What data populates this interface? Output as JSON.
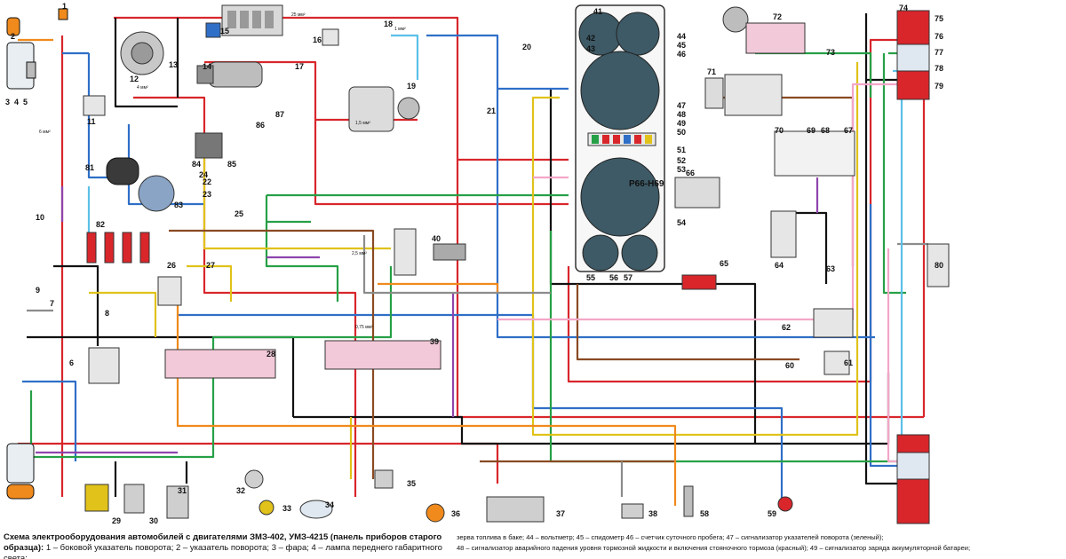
{
  "caption": {
    "title": "Схема электрооборудования автомобилей с двигателями ЗМЗ-402, УМЗ-4215 (панель приборов старого образца):",
    "left_items": "1 – боковой указатель поворота; 2 – указатель поворота; 3 – фара; 4 – лампа переднего габаритного света;",
    "right_line1": "зерва топлива в баке; 44 – вольтметр; 45 – спидометр 46 – счетчик суточного пробега; 47 – сигнализатор указателей поворота (зеленый);",
    "right_line2": "48 – сигнализатор аварийного падения уровня тормозной жидкости и включения стояночного тормоза (красный); 49 – сигнализатор заряда аккумуляторной батареи;"
  },
  "panel_label": "Р66-Н69",
  "wire_labels": [
    "25 мм²",
    "1 мм²",
    "1,5 мм²",
    "2,5 мм²",
    "4 мм²",
    "6 мм²",
    "0,75 мм²"
  ],
  "component_numbers": [
    "1",
    "2",
    "3",
    "4",
    "5",
    "6",
    "7",
    "8",
    "9",
    "10",
    "11",
    "12",
    "13",
    "14",
    "15",
    "16",
    "17",
    "18",
    "19",
    "20",
    "21",
    "22",
    "23",
    "24",
    "25",
    "26",
    "27",
    "28",
    "29",
    "30",
    "31",
    "32",
    "33",
    "34",
    "35",
    "36",
    "37",
    "38",
    "39",
    "40",
    "41",
    "42",
    "43",
    "44",
    "45",
    "46",
    "47",
    "48",
    "49",
    "50",
    "51",
    "52",
    "53",
    "54",
    "55",
    "56",
    "57",
    "58",
    "59",
    "60",
    "61",
    "62",
    "63",
    "64",
    "65",
    "66",
    "67",
    "68",
    "69",
    "70",
    "71",
    "72",
    "73",
    "74",
    "75",
    "76",
    "77",
    "78",
    "79",
    "80",
    "81",
    "82",
    "83",
    "84",
    "85",
    "86",
    "87"
  ],
  "colors": {
    "red": "#d8262b",
    "blue": "#2f6fc7",
    "green": "#26a046",
    "yellow": "#e0c21a",
    "black": "#111111",
    "brown": "#8a4a22",
    "orange": "#f08a1c",
    "purple": "#8e44ad",
    "pink": "#f3a6c8",
    "gray": "#8c8c8c",
    "cyan": "#5bc0e8",
    "white_stripe": "#cfcfcf"
  }
}
